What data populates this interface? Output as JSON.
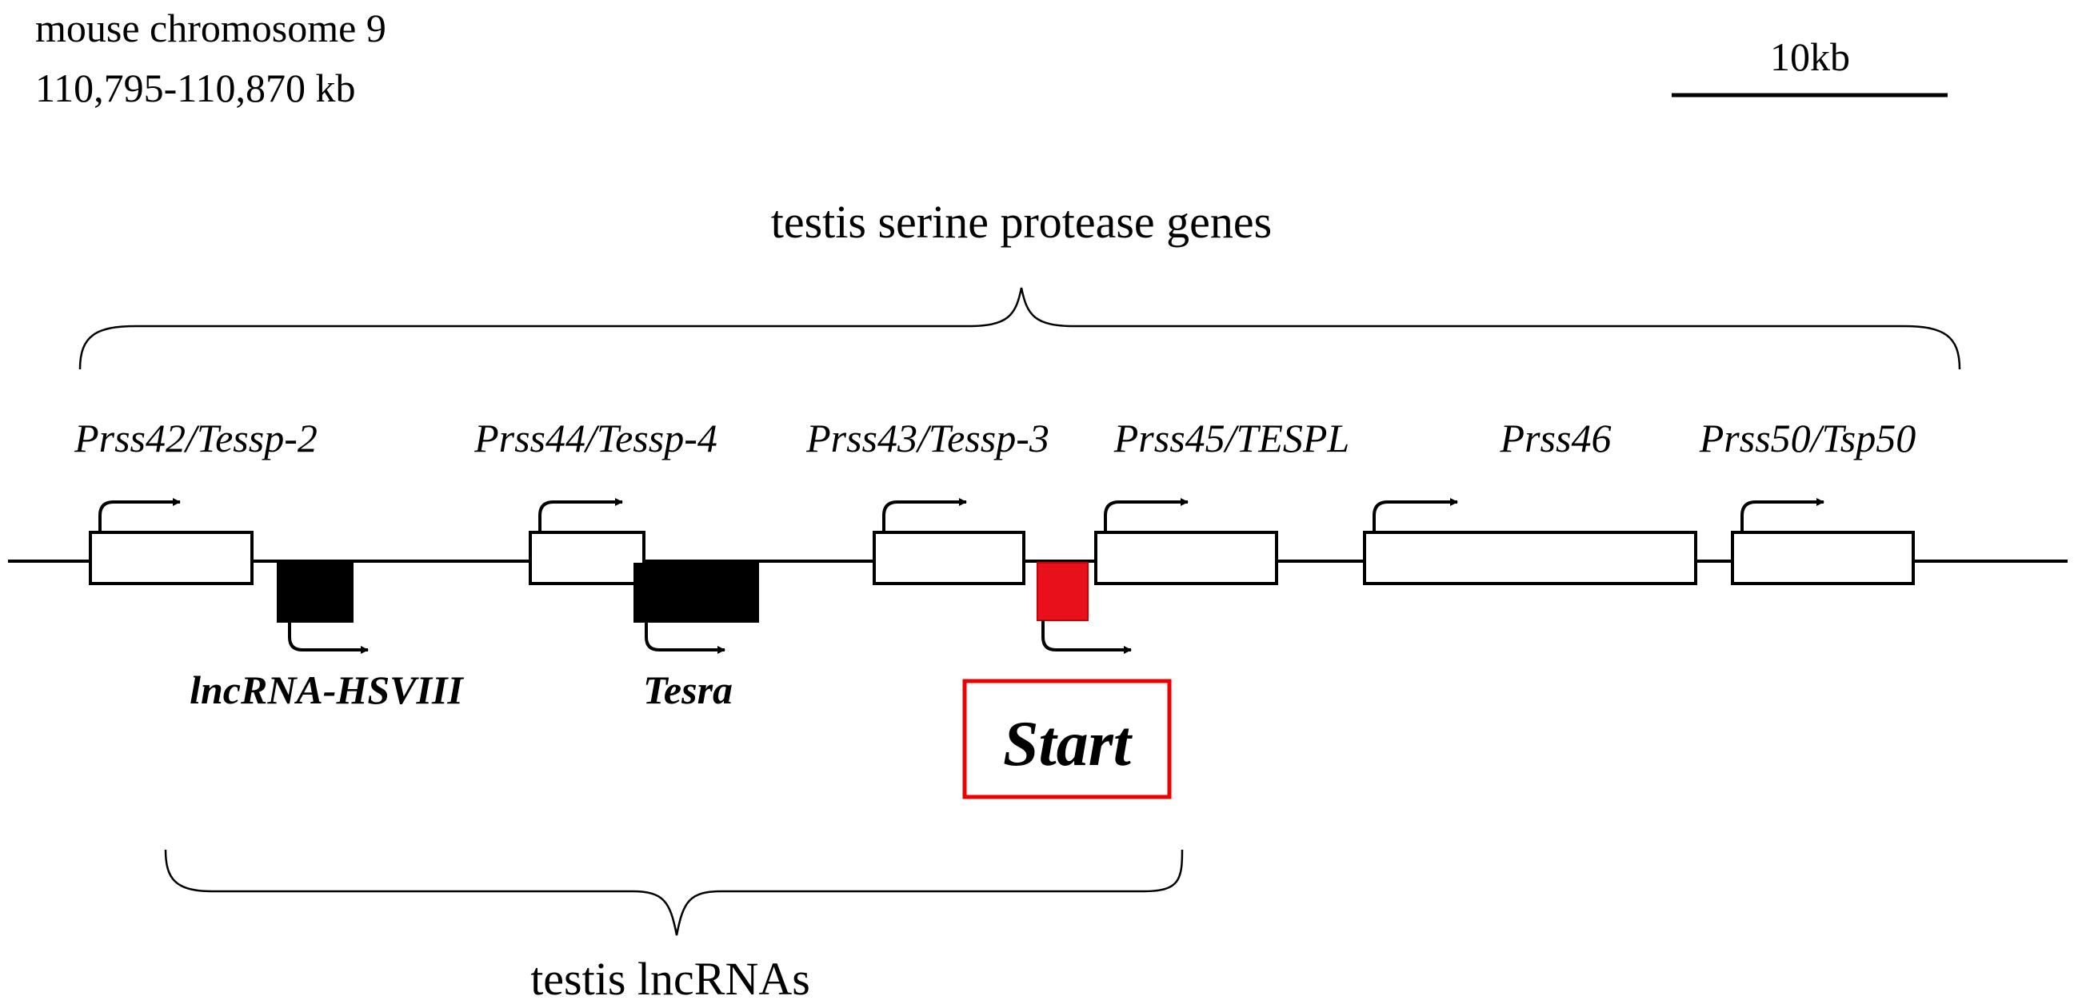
{
  "header": {
    "chromosome": "mouse chromosome 9",
    "range": "110,795-110,870 kb"
  },
  "scale_bar": {
    "label": "10kb"
  },
  "groups": {
    "top_label": "testis serine protease genes",
    "bottom_label": "testis lncRNAs"
  },
  "genes": [
    {
      "label": "Prss42/Tessp-2"
    },
    {
      "label": "Prss44/Tessp-4"
    },
    {
      "label": "Prss43/Tessp-3"
    },
    {
      "label": "Prss45/TESPL"
    },
    {
      "label": "Prss46"
    },
    {
      "label": "Prss50/Tsp50"
    }
  ],
  "lncrnas": [
    {
      "label": "lncRNA-HSVIII",
      "color": "#000000"
    },
    {
      "label": "Tesra",
      "color": "#000000"
    },
    {
      "label": "Start",
      "color": "#ee0000"
    }
  ],
  "colors": {
    "line": "#000000",
    "gene_fill": "#ffffff",
    "highlight": "#e8101a",
    "highlight_border": "#cc0000"
  }
}
